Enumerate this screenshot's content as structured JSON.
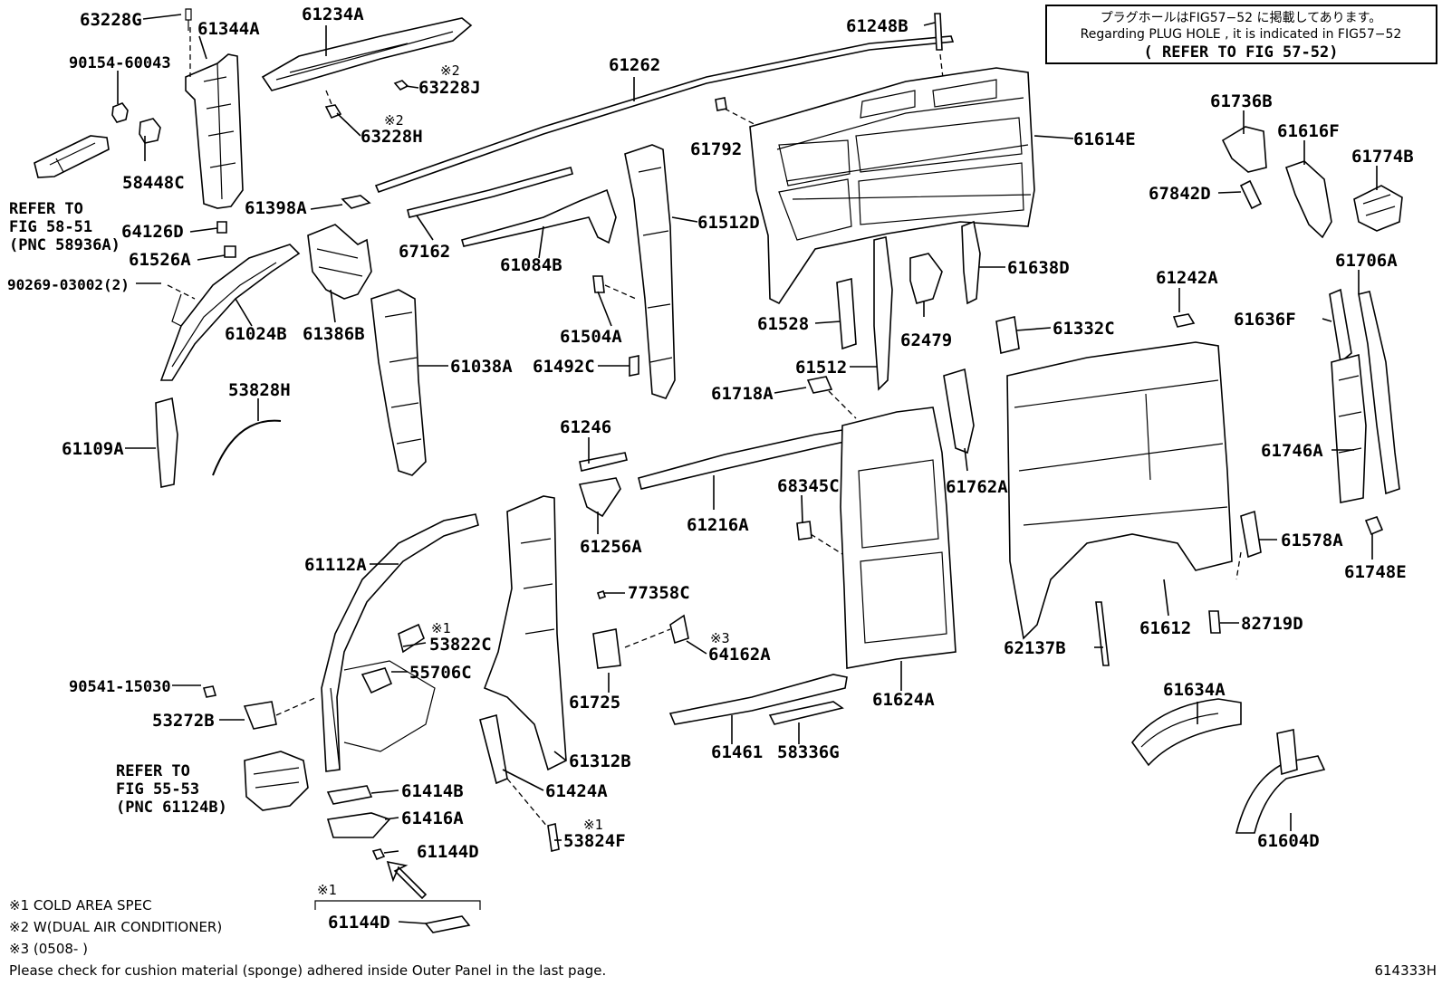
{
  "header_note": {
    "line1": "プラグホールはFIG57−52 に掲載してあります。",
    "line2": "Regarding PLUG HOLE , it is indicated in FIG57−52",
    "line3": "( REFER TO FIG 57-52)"
  },
  "diagram_code": "614333H",
  "refer_58": {
    "l1": "REFER TO",
    "l2": "FIG 58-51",
    "l3": "(PNC 58936A)"
  },
  "refer_55": {
    "l1": "REFER TO",
    "l2": "FIG 55-53",
    "l3": "(PNC 61124B)"
  },
  "footnotes": {
    "n1": "※1 COLD AREA SPEC",
    "n2": "※2 W(DUAL AIR CONDITIONER)",
    "n3": "※3 (0508-      )",
    "n4": "Please check for cushion material (sponge) adhered inside Outer Panel in the last page."
  },
  "marks": {
    "m1": "※1",
    "m2": "※2",
    "m3": "※3"
  },
  "parts": [
    {
      "id": "63228G"
    },
    {
      "id": "61344A"
    },
    {
      "id": "90154-60043"
    },
    {
      "id": "58448C"
    },
    {
      "id": "64126D"
    },
    {
      "id": "61526A"
    },
    {
      "id": "90269-03002(2)"
    },
    {
      "id": "61024B"
    },
    {
      "id": "61386B"
    },
    {
      "id": "61398A"
    },
    {
      "id": "61234A"
    },
    {
      "id": "63228J"
    },
    {
      "id": "63228H"
    },
    {
      "id": "61262"
    },
    {
      "id": "67162"
    },
    {
      "id": "61084B"
    },
    {
      "id": "61512D"
    },
    {
      "id": "61792"
    },
    {
      "id": "61248B"
    },
    {
      "id": "61614E"
    },
    {
      "id": "61736B"
    },
    {
      "id": "61616F"
    },
    {
      "id": "61774B"
    },
    {
      "id": "67842D"
    },
    {
      "id": "61706A"
    },
    {
      "id": "61638D"
    },
    {
      "id": "61528"
    },
    {
      "id": "62479"
    },
    {
      "id": "61512"
    },
    {
      "id": "61242A"
    },
    {
      "id": "61332C"
    },
    {
      "id": "61636F"
    },
    {
      "id": "61038A"
    },
    {
      "id": "61504A"
    },
    {
      "id": "61492C"
    },
    {
      "id": "61718A"
    },
    {
      "id": "53828H"
    },
    {
      "id": "61109A"
    },
    {
      "id": "61246"
    },
    {
      "id": "61762A"
    },
    {
      "id": "61746A"
    },
    {
      "id": "68345C"
    },
    {
      "id": "61256A"
    },
    {
      "id": "61216A"
    },
    {
      "id": "61578A"
    },
    {
      "id": "61748E"
    },
    {
      "id": "61112A"
    },
    {
      "id": "77358C"
    },
    {
      "id": "53822C"
    },
    {
      "id": "64162A"
    },
    {
      "id": "82719D"
    },
    {
      "id": "61612"
    },
    {
      "id": "62137B"
    },
    {
      "id": "55706C"
    },
    {
      "id": "90541-15030"
    },
    {
      "id": "61725"
    },
    {
      "id": "61624A"
    },
    {
      "id": "53272B"
    },
    {
      "id": "61634A"
    },
    {
      "id": "61312B"
    },
    {
      "id": "61461"
    },
    {
      "id": "58336G"
    },
    {
      "id": "61414B"
    },
    {
      "id": "61424A"
    },
    {
      "id": "61416A"
    },
    {
      "id": "61604D"
    },
    {
      "id": "61144D"
    },
    {
      "id": "53824F"
    },
    {
      "id": "61144D"
    }
  ]
}
